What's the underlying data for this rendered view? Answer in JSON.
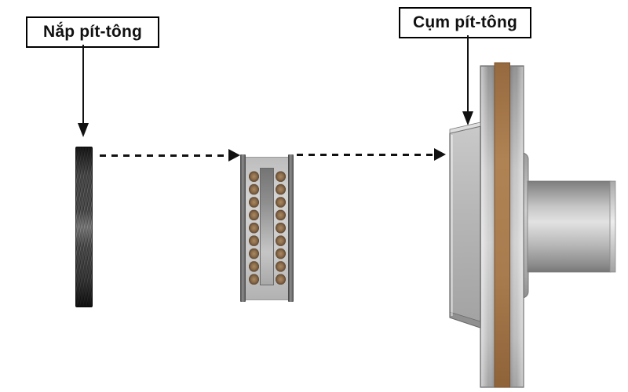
{
  "figure": {
    "background": "#ffffff",
    "labels": {
      "piston_cap": "Nắp pít-tông",
      "piston_assembly": "Cụm pít-tông"
    },
    "parts": [
      "piston-cap-disc",
      "seal-roller-stack",
      "piston-assembly-flange-ring-shaft"
    ],
    "colors": {
      "friction_ring_brown": "#a87c4e",
      "roller_brown": "#8a6b4a",
      "metal_light": "#c9c9c9",
      "metal_mid": "#9a9a9a",
      "metal_dark": "#4a4a4a",
      "line_black": "#111111",
      "label_border": "#000000"
    }
  }
}
